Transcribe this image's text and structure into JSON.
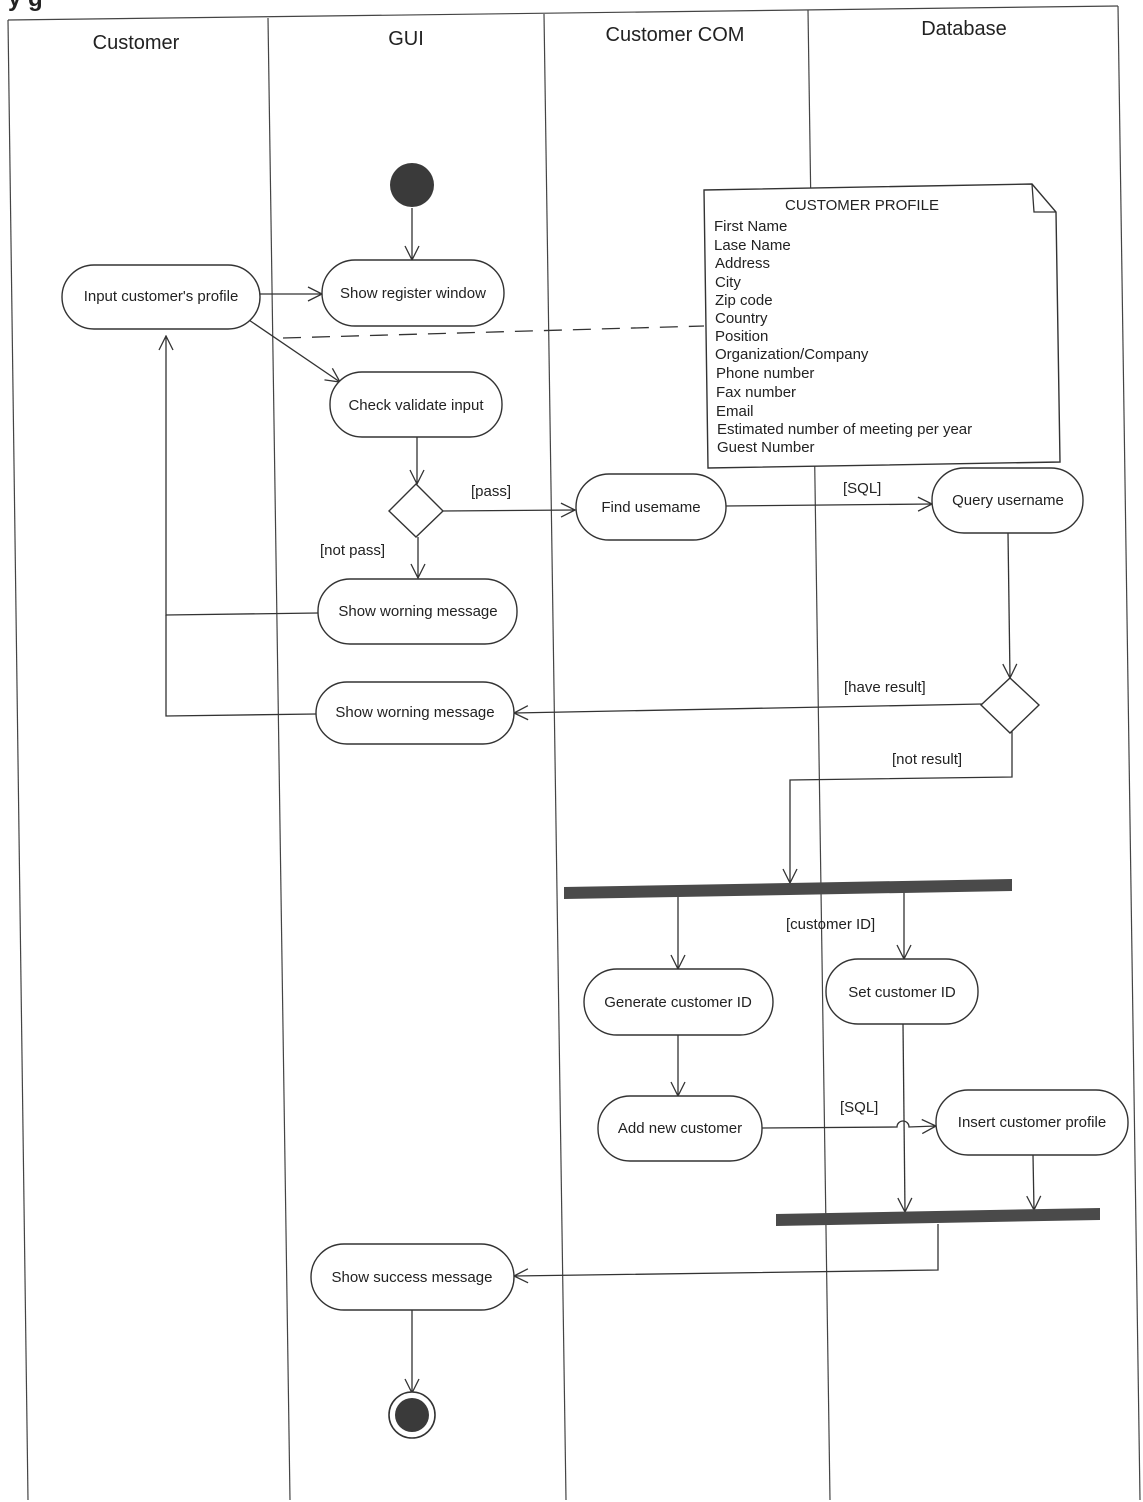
{
  "heading": "y g",
  "swimlanes": [
    "Customer",
    "GUI",
    "Customer COM",
    "Database"
  ],
  "note": {
    "title": "CUSTOMER PROFILE",
    "fields": [
      "First Name",
      "Lase Name",
      "Address",
      "City",
      "Zip code",
      "Country",
      "Position",
      "Organization/Company",
      "Phone number",
      "Fax number",
      "Email",
      "Estimated number of meeting per year",
      "Guest Number"
    ]
  },
  "activities": {
    "input_profile": "Input customer's profile",
    "show_register": "Show register window",
    "check_input": "Check validate input",
    "find_username": "Find usemame",
    "query_username": "Query username",
    "warning_1": "Show worning message",
    "warning_2": "Show worning message",
    "generate_id": "Generate customer ID",
    "set_id": "Set customer ID",
    "add_customer": "Add new customer",
    "insert_profile": "Insert customer profile",
    "success": "Show success message"
  },
  "guards": {
    "pass": "[pass]",
    "not_pass": "[not pass]",
    "sql_1": "[SQL]",
    "have_result": "[have result]",
    "not_result": "[not result]",
    "customer_id": "[customer ID]",
    "sql_2": "[SQL]"
  },
  "colors": {
    "line": "#333333",
    "bar": "#4a4a4a",
    "node_fill": "#ffffff",
    "initial": "#3a3a3a"
  }
}
